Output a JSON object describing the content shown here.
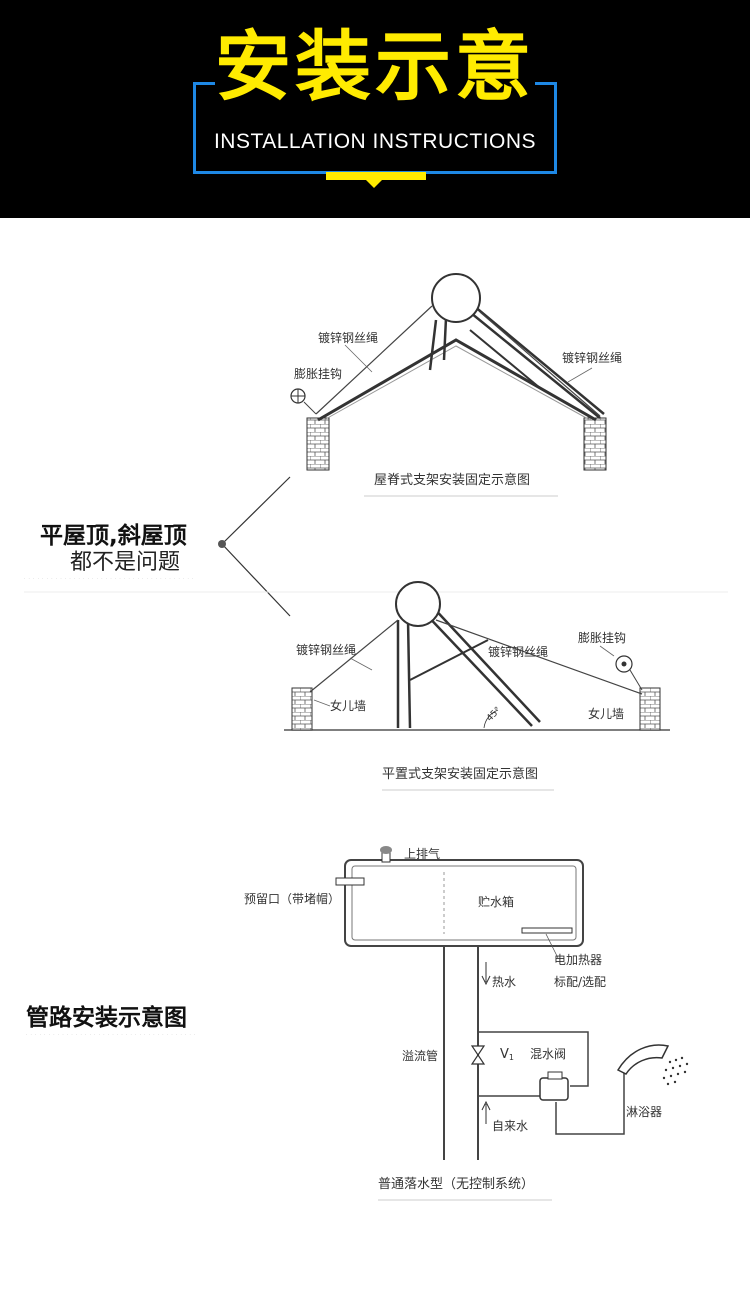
{
  "header": {
    "title": "安装示意",
    "subtitle": "INSTALLATION INSTRUCTIONS",
    "colors": {
      "background": "#000000",
      "title": "#ffeb00",
      "frame": "#1e88e5"
    }
  },
  "roof_section": {
    "side_label_bold": "平屋顶,斜屋顶",
    "side_label_thin": "都不是问题",
    "ridge_diagram": {
      "labels": {
        "rope_left": "镀锌钢丝绳",
        "rope_right": "镀锌钢丝绳",
        "hook": "膨胀挂钩"
      },
      "caption": "屋脊式支架安装固定示意图"
    },
    "flat_diagram": {
      "labels": {
        "rope_left": "镀锌钢丝绳",
        "rope_mid": "镀锌钢丝绳",
        "hook": "膨胀挂钩",
        "wall_left": "女儿墙",
        "wall_right": "女儿墙",
        "angle": "45°"
      },
      "caption": "平置式支架安装固定示意图"
    }
  },
  "pipe_section": {
    "side_label": "管路安装示意图",
    "labels": {
      "vent": "上排气",
      "reserved": "预留口（带堵帽）",
      "tank": "贮水箱",
      "heater": "电加热器",
      "heater_note": "标配/选配",
      "hot_water": "热水",
      "overflow": "溢流管",
      "valve": "V",
      "valve_sub": "1",
      "mixer": "混水阀",
      "tap_water": "自来水",
      "shower": "淋浴器"
    },
    "caption": "普通落水型（无控制系统）"
  }
}
